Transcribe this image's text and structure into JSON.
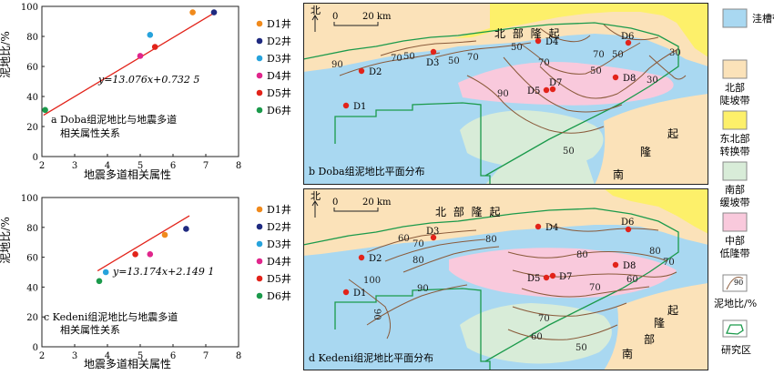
{
  "colors": {
    "d1": "#f08a1c",
    "d2": "#1f2a80",
    "d3": "#27a3dc",
    "d4": "#e0268c",
    "d5": "#e2231a",
    "d6": "#1b9a4b",
    "line": "#e2231a",
    "trough": "#a9d8f1",
    "north_slope": "#fbe2b9",
    "ne_transition": "#fdf06a",
    "south_slope": "#d8ecd8",
    "middle_low": "#f9c9dc",
    "contour": "#8a5a3a",
    "boundary": "#1b9a4b"
  },
  "chart_data": [
    {
      "type": "scatter",
      "panel_label": "a Doba组泥地比与地震多道",
      "panel_label2": "相关属性关系",
      "xlabel": "地震多道相关属性",
      "ylabel": "泥地比/%",
      "xlim": [
        2,
        8
      ],
      "ylim": [
        0,
        100
      ],
      "x_ticks": [
        "2",
        "3",
        "4",
        "5",
        "6",
        "7",
        "8"
      ],
      "y_ticks": [
        "0",
        "20",
        "40",
        "60",
        "80",
        "100"
      ],
      "equation": "y=13.076x+0.732 5",
      "fit": {
        "slope": 13.076,
        "intercept": 0.7325,
        "x_range": [
          2.05,
          7.2
        ]
      },
      "series": [
        {
          "name": "D1井",
          "color_key": "d1",
          "x": 6.6,
          "y": 96
        },
        {
          "name": "D2井",
          "color_key": "d2",
          "x": 7.25,
          "y": 96
        },
        {
          "name": "D3井",
          "color_key": "d3",
          "x": 5.3,
          "y": 81
        },
        {
          "name": "D4井",
          "color_key": "d4",
          "x": 5.0,
          "y": 67
        },
        {
          "name": "D5井",
          "color_key": "d5",
          "x": 5.45,
          "y": 73
        },
        {
          "name": "D6井",
          "color_key": "d6",
          "x": 2.1,
          "y": 31
        }
      ]
    },
    {
      "type": "scatter",
      "panel_label": "c Kedeni组泥地比与地震多道",
      "panel_label2": "相关属性关系",
      "xlabel": "地震多道相关属性",
      "ylabel": "泥地比/%",
      "xlim": [
        2,
        8
      ],
      "ylim": [
        0,
        100
      ],
      "x_ticks": [
        "2",
        "3",
        "4",
        "5",
        "6",
        "7",
        "8"
      ],
      "y_ticks": [
        "0",
        "20",
        "40",
        "60",
        "80",
        "100"
      ],
      "equation": "y=13.174x+2.149 1",
      "fit": {
        "slope": 13.174,
        "intercept": 2.1491,
        "x_range": [
          3.7,
          6.5
        ]
      },
      "series": [
        {
          "name": "D1井",
          "color_key": "d1",
          "x": 5.75,
          "y": 75
        },
        {
          "name": "D2井",
          "color_key": "d2",
          "x": 6.4,
          "y": 79
        },
        {
          "name": "D3井",
          "color_key": "d3",
          "x": 3.95,
          "y": 50
        },
        {
          "name": "D4井",
          "color_key": "d4",
          "x": 5.3,
          "y": 62
        },
        {
          "name": "D5井",
          "color_key": "d5",
          "x": 4.85,
          "y": 62
        },
        {
          "name": "D6井",
          "color_key": "d6",
          "x": 3.75,
          "y": 44
        }
      ]
    }
  ],
  "map_b": {
    "title": "b Doba组泥地比平面分布",
    "north": "北",
    "scale_start": "0",
    "scale_end": "20 km",
    "uplift_north": "北 部 隆 起",
    "uplift_south_1": "南",
    "uplift_south_2": "隆",
    "uplift_south_3": "起",
    "wells": [
      "D1",
      "D2",
      "D3",
      "D4",
      "D5",
      "D6",
      "D7",
      "D8"
    ],
    "contours": [
      "90",
      "70",
      "50",
      "50",
      "70",
      "50",
      "70",
      "50",
      "30",
      "70",
      "50",
      "30",
      "90",
      "50"
    ]
  },
  "map_d": {
    "title": "d Kedeni组泥地比平面分布",
    "north": "北",
    "scale_start": "0",
    "scale_end": "20 km",
    "uplift_north": "北 部 隆 起",
    "uplift_south_1": "南",
    "uplift_south_2": "部",
    "uplift_south_3": "隆",
    "uplift_south_4": "起",
    "wells": [
      "D1",
      "D2",
      "D3",
      "D4",
      "D5",
      "D6",
      "D7",
      "D8"
    ],
    "contours": [
      "60",
      "70",
      "80",
      "80",
      "100",
      "90",
      "90",
      "80",
      "70",
      "60",
      "80",
      "70",
      "70",
      "60",
      "50"
    ]
  },
  "legend": {
    "items": [
      {
        "label1": "洼槽带",
        "label2": "",
        "color_key": "trough"
      },
      {
        "label1": "北部",
        "label2": "陡坡带",
        "color_key": "north_slope"
      },
      {
        "label1": "东北部",
        "label2": "转换带",
        "color_key": "ne_transition"
      },
      {
        "label1": "南部",
        "label2": "缓坡带",
        "color_key": "south_slope"
      },
      {
        "label1": "中部",
        "label2": "低隆带",
        "color_key": "middle_low"
      }
    ],
    "contour_label": "泥地比/%",
    "contour_value": "90",
    "study_area_label": "研究区"
  }
}
